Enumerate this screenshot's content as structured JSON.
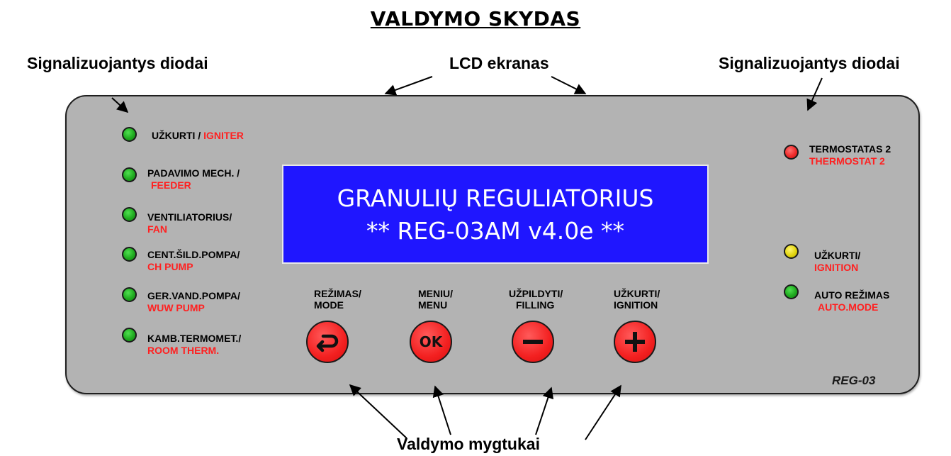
{
  "title": "VALDYMO SKYDAS",
  "callouts": {
    "leds_left": "Signalizuojantys diodai",
    "lcd": "LCD ekranas",
    "leds_right": "Signalizuojantys diodai",
    "buttons": "Valdymo mygtukai"
  },
  "left_indicators": [
    {
      "color": "green",
      "label_lt": "UŽKURTI / ",
      "label_en": "IGNITER"
    },
    {
      "color": "green",
      "label_lt": "PADAVIMO MECH. /",
      "label_en": "FEEDER"
    },
    {
      "color": "green",
      "label_lt": "VENTILIATORIUS/",
      "label_en": "FAN"
    },
    {
      "color": "green",
      "label_lt": "CENT.ŠILD.POMPA/",
      "label_en": "CH PUMP"
    },
    {
      "color": "green",
      "label_lt": "GER.VAND.POMPA/",
      "label_en": "WUW PUMP"
    },
    {
      "color": "green",
      "label_lt": "KAMB.TERMOMET./",
      "label_en": "ROOM THERM."
    }
  ],
  "right_indicators": [
    {
      "color": "red",
      "label_lt": "TERMOSTATAS 2",
      "label_en": "THERMOSTAT 2"
    },
    {
      "color": "yellow",
      "label_lt": "UŽKURTI/",
      "label_en": "IGNITION"
    },
    {
      "color": "green",
      "label_lt": "AUTO REŽIMAS",
      "label_en": "AUTO.MODE"
    }
  ],
  "lcd": {
    "line1": "GRANULIŲ REGULIATORIUS",
    "line2": "** REG-03AM v4.0e **"
  },
  "buttons": [
    {
      "label_lt": "REŽIMAS/",
      "label_en": "MODE",
      "icon": "return-arrow-icon"
    },
    {
      "label_lt": "MENIU/",
      "label_en": "MENU",
      "symbol": "OK",
      "icon": "ok-icon"
    },
    {
      "label_lt": "UŽPILDYTI/",
      "label_en": "FILLING",
      "icon": "minus-icon"
    },
    {
      "label_lt": "UŽKURTI/",
      "label_en": "IGNITION",
      "icon": "plus-icon"
    }
  ],
  "model": "REG-03",
  "colors": {
    "panel": "#b3b3b3",
    "lcd_background": "#1f16ff",
    "label_red": "#ff2020",
    "button_red": "#f32020",
    "led_green": "#1faa1f"
  }
}
